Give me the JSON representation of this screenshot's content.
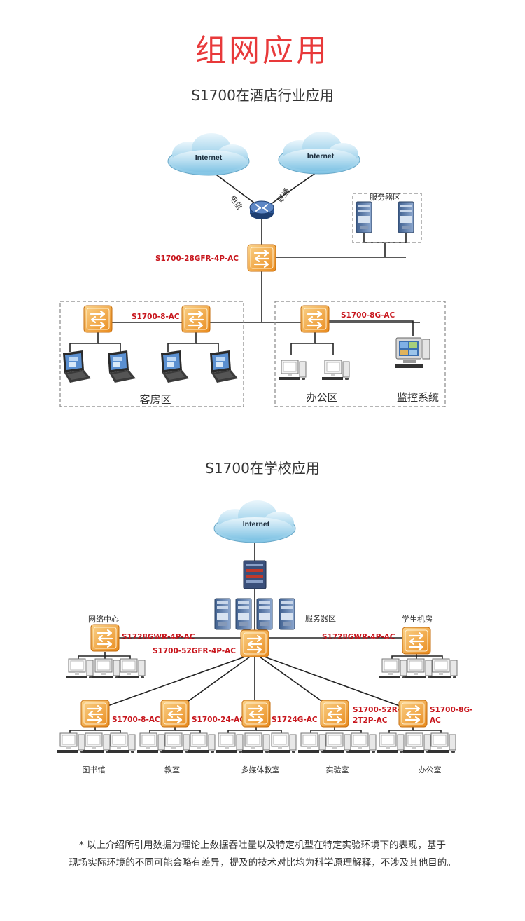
{
  "title": "组网应用",
  "hotel": {
    "subtitle": "S1700在酒店行业应用",
    "internet_label": "Internet",
    "isp1": "电信",
    "isp2": "联通",
    "server_zone": "服务器区",
    "core_switch": "S1700-28GFR-4P-AC",
    "guest_switch": "S1700-8-AC",
    "office_switch": "S1700-8G-AC",
    "guest_zone": "客房区",
    "office_zone": "办公区",
    "monitor_zone": "监控系统"
  },
  "school": {
    "subtitle": "S1700在学校应用",
    "internet_label": "Internet",
    "server_zone": "服务器区",
    "network_center": "网络中心",
    "student_lab": "学生机房",
    "left_switch": "S1728GWR-4P-AC",
    "right_switch": "S1728GWR-4P-AC",
    "core_switch": "S1700-52GFR-4P-AC",
    "sw1": "S1700-8-AC",
    "sw2": "S1700-24-AC",
    "sw3": "S1724G-AC",
    "sw4_line1": "S1700-52R-",
    "sw4_line2": "2T2P-AC",
    "sw5_line1": "S1700-8G-",
    "sw5_line2": "AC",
    "zone1": "图书馆",
    "zone2": "教室",
    "zone3": "多媒体教室",
    "zone4": "实验室",
    "zone5": "办公室"
  },
  "footnote": {
    "line1": "* 以上介绍所引用数据为理论上数据吞吐量以及特定机型在特定实验环境下的表现，基于",
    "line2": "现场实际环境的不同可能会略有差异，提及的技术对比均为科学原理解释，不涉及其他目的。"
  }
}
